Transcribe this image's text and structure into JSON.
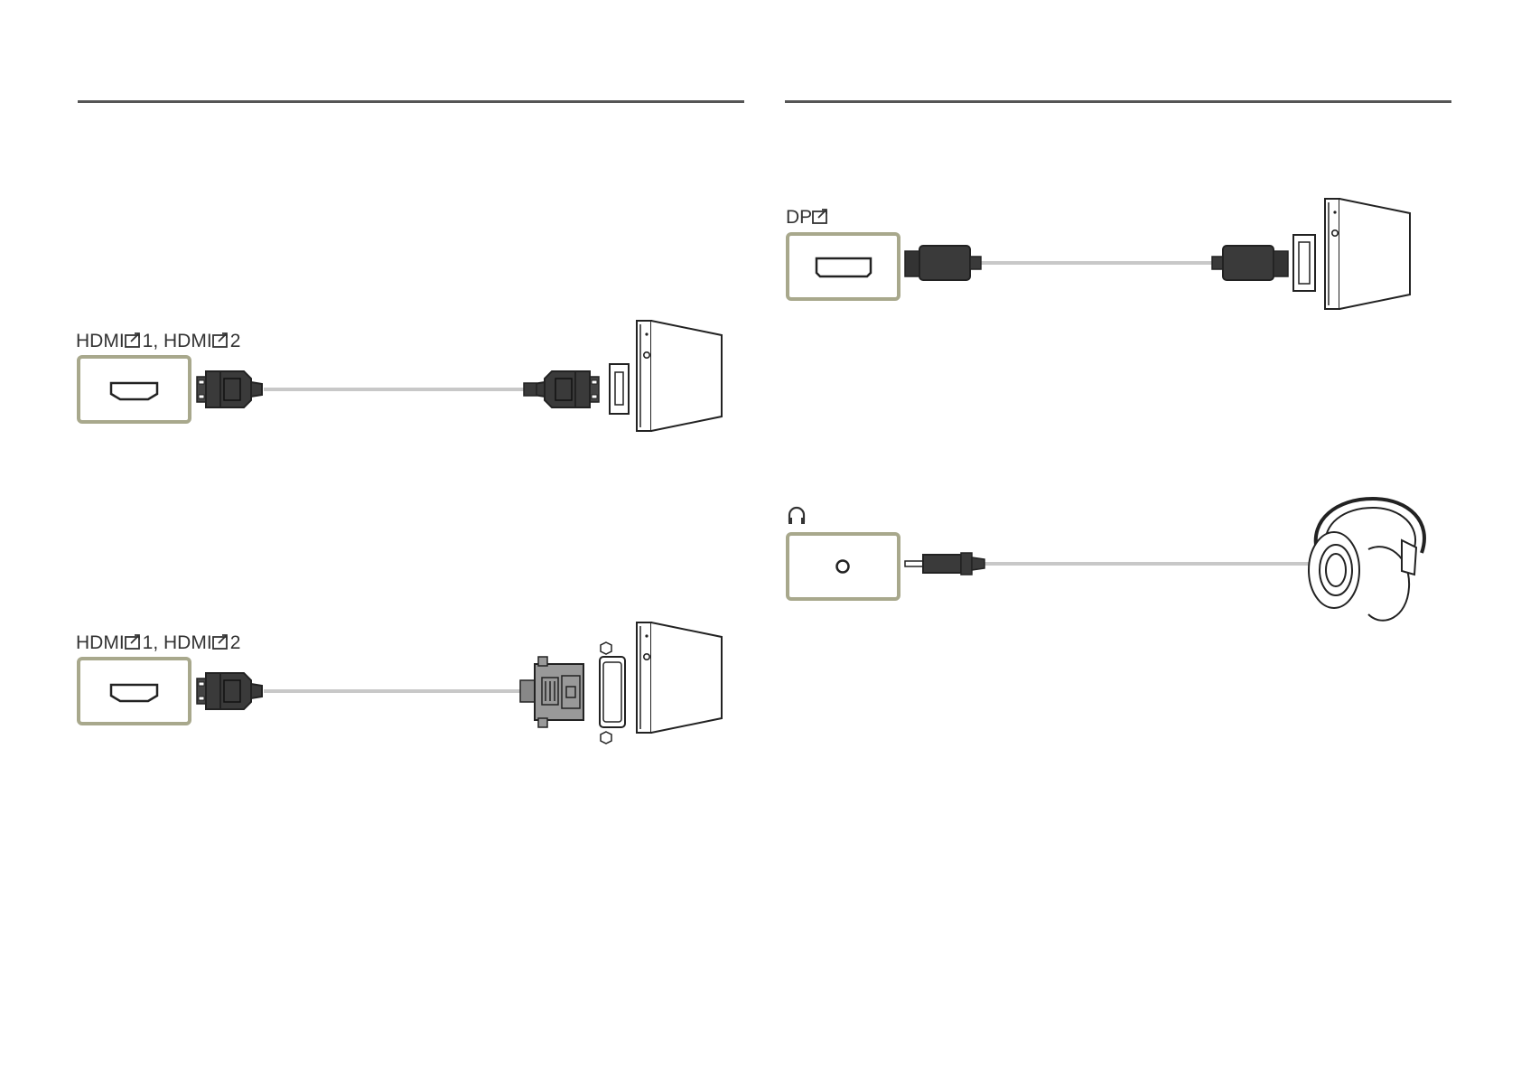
{
  "colors": {
    "port_frame": "#a8a88c",
    "cable": "#c8c8c8",
    "connector": "#3a3a3a",
    "rule": "#555555"
  },
  "sections": [
    {
      "id": "hdmi-to-hdmi",
      "label_parts": [
        "HDMI",
        "1, HDMI",
        "2"
      ],
      "port_icon": "hdmi-port-icon",
      "source_connector": "hdmi",
      "device": "pc-tower"
    },
    {
      "id": "hdmi-to-dvi",
      "label_parts": [
        "HDMI",
        "1, HDMI",
        "2"
      ],
      "port_icon": "hdmi-port-icon",
      "source_connector": "dvi",
      "device": "pc-tower"
    },
    {
      "id": "dp-to-dp",
      "label_parts": [
        "DP"
      ],
      "port_icon": "displayport-icon",
      "source_connector": "displayport",
      "device": "pc-tower"
    },
    {
      "id": "headphone",
      "label_parts": [],
      "port_icon": "headphone-jack-icon",
      "source_connector": "3.5mm-plug",
      "device": "headphones"
    }
  ]
}
